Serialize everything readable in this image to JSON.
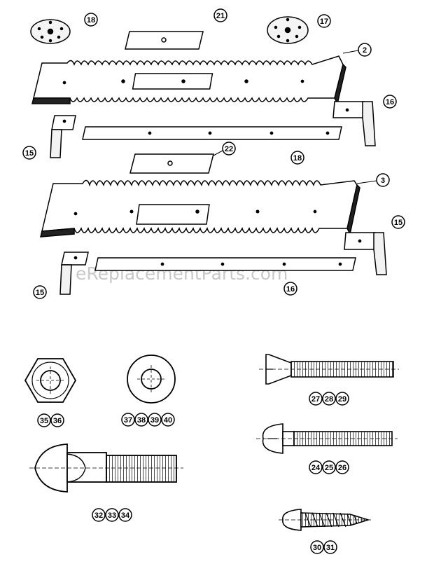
{
  "diagram": {
    "watermark": "eReplacementParts.com",
    "callouts": {
      "top_left_plate": "18",
      "top_center_plate": "21",
      "top_right_plate": "17",
      "upper_template": "2",
      "upper_right_bracket": "16",
      "upper_left_bracket": "15",
      "middle_plate": "22",
      "upper_bar": "18",
      "lower_template": "3",
      "lower_right_bracket": "15",
      "lower_left_bracket": "15",
      "lower_bar": "16"
    },
    "hardware": {
      "hex_nut": [
        "35",
        "36"
      ],
      "washer": [
        "37",
        "38",
        "39",
        "40"
      ],
      "carriage_bolt": [
        "32",
        "33",
        "34"
      ],
      "flat_head_screw": [
        "27",
        "28",
        "29"
      ],
      "pan_head_screw": [
        "24",
        "25",
        "26"
      ],
      "tapping_screw": [
        "30",
        "31"
      ]
    }
  }
}
